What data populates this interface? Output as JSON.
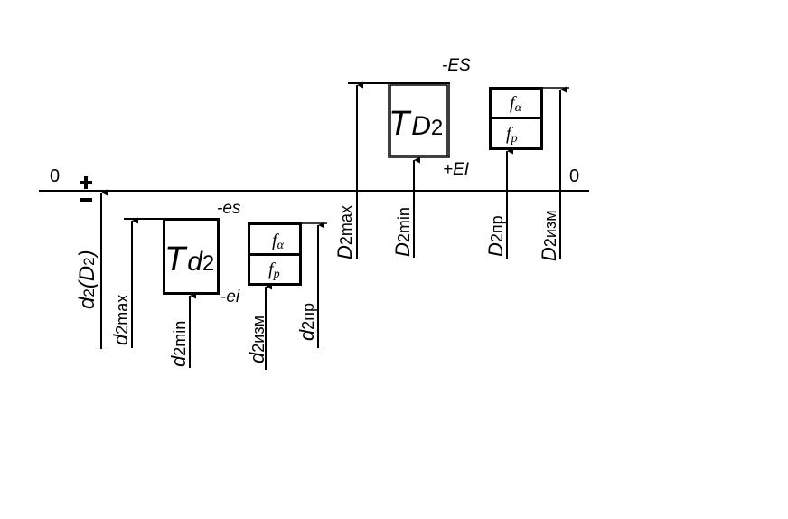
{
  "zero_left": "0",
  "zero_right": "0",
  "plus_sign": "+",
  "minus_sign": "−",
  "bolt": {
    "upper_dev": "-es",
    "lower_dev": "-ei",
    "tolerance": {
      "main": "T",
      "sub": "d",
      "index": "2"
    },
    "f_alpha": {
      "base": "f",
      "sub": "α"
    },
    "f_p": {
      "base": "f",
      "sub": "p"
    },
    "d2": {
      "base": "d",
      "index": "2",
      "paren": "(D",
      "paren_index": "2",
      "close": ")"
    },
    "d2max": {
      "base": "d",
      "sub": "2max"
    },
    "d2min": {
      "base": "d",
      "sub": "2min"
    },
    "d2izm": {
      "base": "d",
      "sub": "2изм"
    },
    "d2pr": {
      "base": "d",
      "sub": "2пр"
    }
  },
  "nut": {
    "upper_dev": "-ES",
    "lower_dev": "+EI",
    "tolerance": {
      "main": "T",
      "sub": "D",
      "index": "2"
    },
    "f_alpha": {
      "base": "f",
      "sub": "α"
    },
    "f_p": {
      "base": "f",
      "sub": "p"
    },
    "D2max": {
      "base": "D",
      "sub": "2max"
    },
    "D2min": {
      "base": "D",
      "sub": "2min"
    },
    "D2pr": {
      "base": "D",
      "sub": "2пр"
    },
    "D2izm": {
      "base": "D",
      "sub": "2изм"
    }
  }
}
